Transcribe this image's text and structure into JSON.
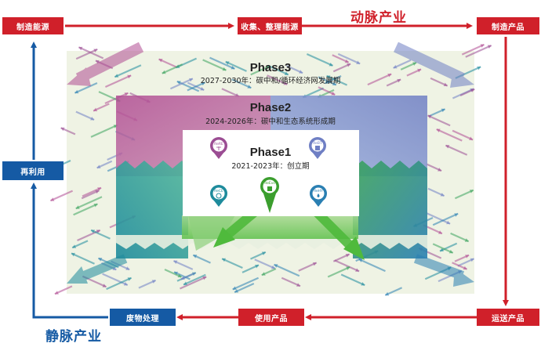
{
  "top_flow": {
    "industry_label": "动脉产业",
    "nodes": [
      "制造能源",
      "收集、整理能源",
      "制造产品"
    ]
  },
  "bottom_flow": {
    "industry_label": "静脉产业",
    "nodes": [
      "运送产品",
      "使用产品",
      "废物处理"
    ]
  },
  "left_flow": {
    "node": "再利用"
  },
  "phases": [
    {
      "title": "Phase1",
      "subtitle": "2021-2023年：创立期"
    },
    {
      "title": "Phase2",
      "subtitle": "2024-2026年：碳中和生态系统形成期"
    },
    {
      "title": "Phase3",
      "subtitle": "2027-2030年：碳中和/循环经济网发展期"
    }
  ],
  "pins": [
    "ReRE",
    "ReBT",
    "ReCE",
    "ReEvs",
    "ReHY"
  ],
  "colors": {
    "artery_red": "#d0202a",
    "vein_blue": "#155aa4",
    "phase3_band": "#f0f3e6",
    "phase2_left": "#c98fb3",
    "phase2_right": "#8fa2d2",
    "phase1_left": "#3d9c8c",
    "phase1_right": "#4b86a8",
    "center_green": "#4fba3c"
  },
  "icons": [
    "wind-turbine-icon",
    "battery-icon",
    "recycle-icon",
    "ev-plug-icon",
    "water-drop-icon"
  ]
}
